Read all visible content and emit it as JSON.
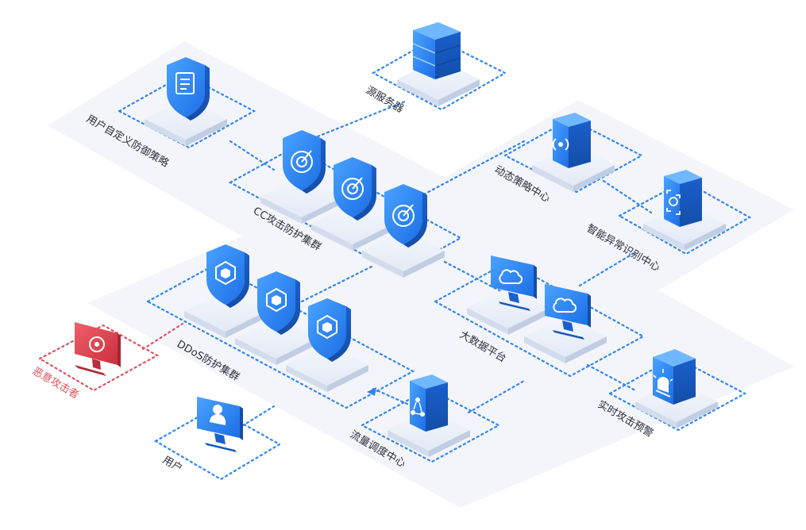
{
  "labels": {
    "origin_server": "源服务器",
    "custom_policy": "用户自定义防御策略",
    "cc_cluster": "CC攻击防护集群",
    "dynamic_policy": "动态策略中心",
    "anomaly_center": "智能异常识别中心",
    "big_data": "大数据平台",
    "ddos_cluster": "DDoS防护集群",
    "attacker": "恶意攻击者",
    "user": "用户",
    "traffic_center": "流量调度中心",
    "alert": "实时攻击预警"
  },
  "colors": {
    "accent": "#2f86f0",
    "attacker": "#e0505e",
    "background_band": "#f4f5fa",
    "platform_top": "#e8eef8"
  },
  "icons": {
    "origin_server": "server-rack-icon",
    "custom_policy": "shield-document-icon",
    "cc_cluster": "shield-target-icon",
    "dynamic_policy": "broadcast-signal-icon",
    "anomaly_center": "scan-face-icon",
    "big_data": "monitor-cloud-icon",
    "ddos_cluster": "shield-cube-icon",
    "attacker": "monitor-biohazard-icon",
    "user": "monitor-person-icon",
    "traffic_center": "cycle-nodes-icon",
    "alert": "alarm-light-icon"
  }
}
